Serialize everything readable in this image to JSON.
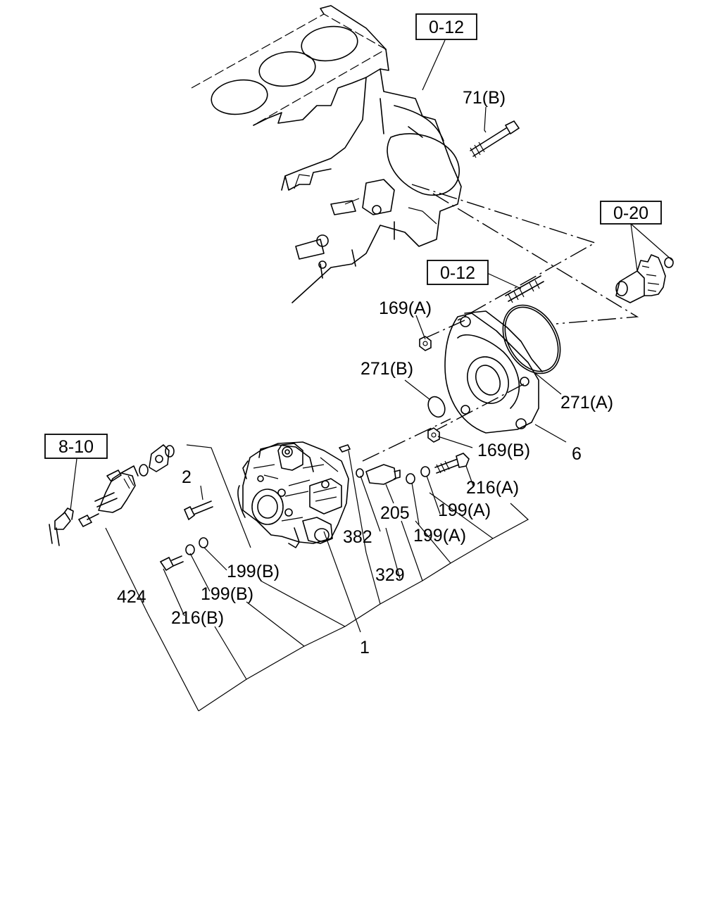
{
  "refs": {
    "block_top": "0-12",
    "gear": "0-20",
    "cover_stud": "0-12",
    "actuator": "8-10"
  },
  "labels": {
    "bolt_71b": "71(B)",
    "nut_169a": "169(A)",
    "oring_271b": "271(B)",
    "oring_271a": "271(A)",
    "nut_169b": "169(B)",
    "cover_6": "6",
    "bolt_2": "2",
    "bolt_216a": "216(A)",
    "sensor_205": "205",
    "washer_199a_1": "199(A)",
    "washer_199a_2": "199(A)",
    "pin_382": "382",
    "oring_329": "329",
    "washer_199b_1": "199(B)",
    "washer_199b_2": "199(B)",
    "bolt_216b": "216(B)",
    "valve_424": "424",
    "pump_1": "1"
  }
}
